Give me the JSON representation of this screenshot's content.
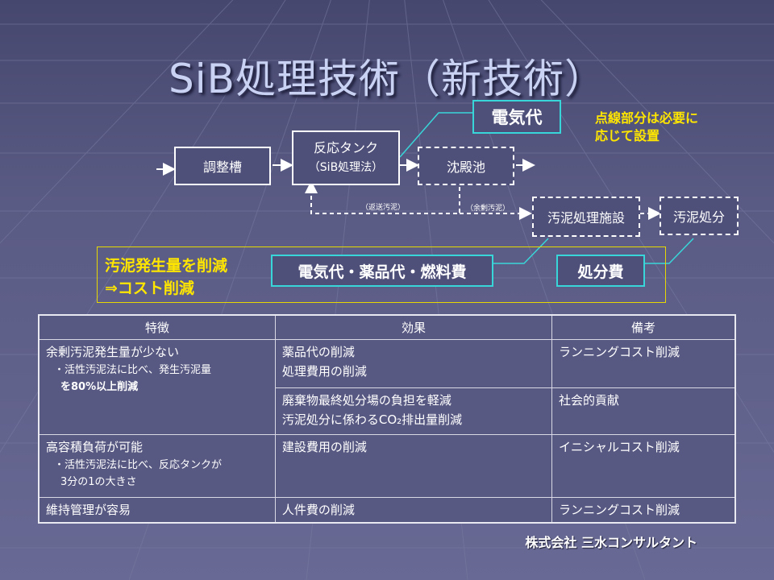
{
  "title": "SiB処理技術（新技術）",
  "flow": {
    "tank1": "調整槽",
    "tank2_line1": "反応タンク",
    "tank2_line2": "（SiB処理法）",
    "settle": "沈殿池",
    "sludge_facility": "汚泥処理施設",
    "sludge_disposal": "汚泥処分",
    "return_label": "（返送汚泥）",
    "excess_label": "（余剰汚泥）",
    "electricity": "電気代",
    "note_line1": "点線部分は必要に",
    "note_line2": "応じて設置"
  },
  "reduction": {
    "line1": "汚泥発生量を削減",
    "line2": "⇒コスト削減",
    "costs": "電気代・薬品代・燃料費",
    "disposal": "処分費"
  },
  "table": {
    "headers": [
      "特徴",
      "効果",
      "備考"
    ],
    "rows": [
      {
        "feature": "余剰汚泥発生量が少ない",
        "feature_sub1": "・活性汚泥法に比べ、発生汚泥量",
        "feature_sub2": "を80%以上削減",
        "effects": [
          {
            "lines": [
              "薬品代の削減",
              "処理費用の削減"
            ],
            "note": "ランニングコスト削減"
          },
          {
            "lines": [
              "廃棄物最終処分場の負担を軽減",
              "汚泥処分に係わるCO₂排出量削減"
            ],
            "note": "社会的貢献"
          }
        ]
      },
      {
        "feature": "高容積負荷が可能",
        "feature_sub1": "・活性汚泥法に比べ、反応タンクが",
        "feature_sub2": "3分の1の大きさ",
        "effect": "建設費用の削減",
        "note": "イニシャルコスト削減"
      },
      {
        "feature": "維持管理が容易",
        "effect": "人件費の削減",
        "note": "ランニングコスト削減"
      }
    ]
  },
  "company": "株式会社 三水コンサルタント"
}
